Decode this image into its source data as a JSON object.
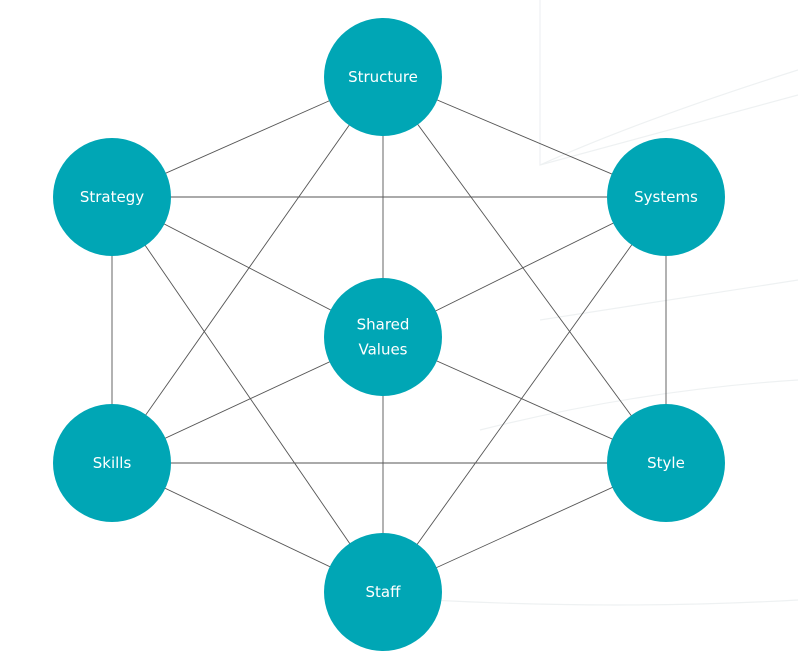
{
  "colors": {
    "node_fill": "#00A6B5",
    "node_text": "#FFFFFF",
    "edge": "#555555",
    "background": "#FFFFFF"
  },
  "nodes": [
    {
      "id": "structure",
      "lines": [
        "Structure"
      ]
    },
    {
      "id": "strategy",
      "lines": [
        "Strategy"
      ]
    },
    {
      "id": "systems",
      "lines": [
        "Systems"
      ]
    },
    {
      "id": "shared-values",
      "lines": [
        "Shared",
        "Values"
      ]
    },
    {
      "id": "skills",
      "lines": [
        "Skills"
      ]
    },
    {
      "id": "style",
      "lines": [
        "Style"
      ]
    },
    {
      "id": "staff",
      "lines": [
        "Staff"
      ]
    }
  ],
  "edges": [
    [
      "structure",
      "strategy"
    ],
    [
      "structure",
      "systems"
    ],
    [
      "structure",
      "shared-values"
    ],
    [
      "structure",
      "skills"
    ],
    [
      "structure",
      "style"
    ],
    [
      "strategy",
      "systems"
    ],
    [
      "strategy",
      "shared-values"
    ],
    [
      "strategy",
      "skills"
    ],
    [
      "strategy",
      "staff"
    ],
    [
      "systems",
      "shared-values"
    ],
    [
      "systems",
      "style"
    ],
    [
      "systems",
      "staff"
    ],
    [
      "shared-values",
      "skills"
    ],
    [
      "shared-values",
      "style"
    ],
    [
      "shared-values",
      "staff"
    ],
    [
      "skills",
      "style"
    ],
    [
      "skills",
      "staff"
    ],
    [
      "style",
      "staff"
    ]
  ]
}
